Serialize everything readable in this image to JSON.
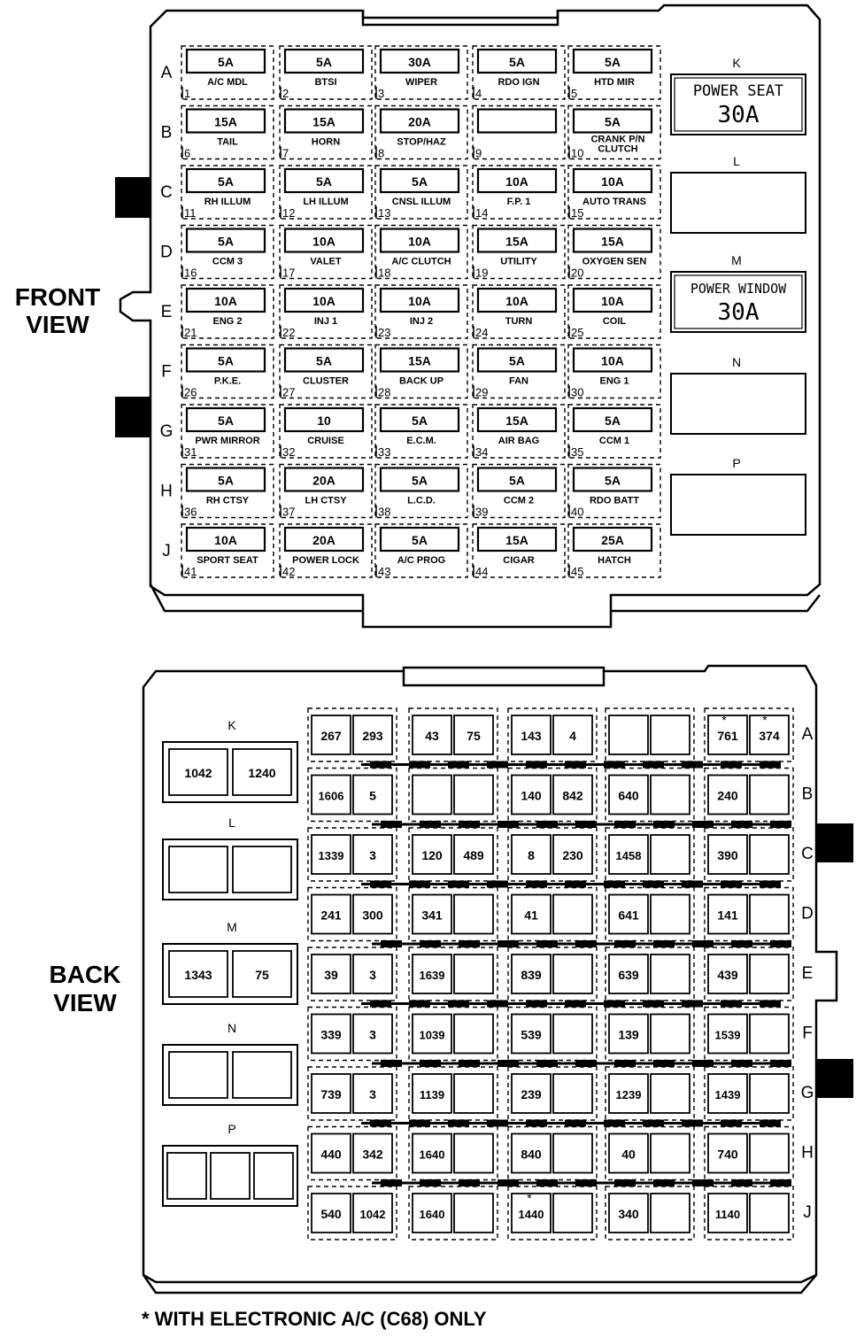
{
  "front": {
    "title": [
      "FRONT",
      "VIEW"
    ],
    "rows": [
      "A",
      "B",
      "C",
      "D",
      "E",
      "F",
      "G",
      "H",
      "J"
    ],
    "fuses": [
      [
        {
          "n": "1",
          "amp": "5A",
          "label": "A/C MDL"
        },
        {
          "n": "2",
          "amp": "5A",
          "label": "BTSI"
        },
        {
          "n": "3",
          "amp": "30A",
          "label": "WIPER"
        },
        {
          "n": "4",
          "amp": "5A",
          "label": "RDO IGN"
        },
        {
          "n": "5",
          "amp": "5A",
          "label": "HTD MIR"
        }
      ],
      [
        {
          "n": "6",
          "amp": "15A",
          "label": "TAIL"
        },
        {
          "n": "7",
          "amp": "15A",
          "label": "HORN"
        },
        {
          "n": "8",
          "amp": "20A",
          "label": "STOP/HAZ"
        },
        {
          "n": "9",
          "amp": "",
          "label": ""
        },
        {
          "n": "10",
          "amp": "5A",
          "label": "CRANK P/N CLUTCH"
        }
      ],
      [
        {
          "n": "11",
          "amp": "5A",
          "label": "RH ILLUM"
        },
        {
          "n": "12",
          "amp": "5A",
          "label": "LH ILLUM"
        },
        {
          "n": "13",
          "amp": "5A",
          "label": "CNSL ILLUM"
        },
        {
          "n": "14",
          "amp": "10A",
          "label": "F.P. 1"
        },
        {
          "n": "15",
          "amp": "10A",
          "label": "AUTO TRANS"
        }
      ],
      [
        {
          "n": "16",
          "amp": "5A",
          "label": "CCM 3"
        },
        {
          "n": "17",
          "amp": "10A",
          "label": "VALET"
        },
        {
          "n": "18",
          "amp": "10A",
          "label": "A/C CLUTCH"
        },
        {
          "n": "19",
          "amp": "15A",
          "label": "UTILITY"
        },
        {
          "n": "20",
          "amp": "15A",
          "label": "OXYGEN SEN"
        }
      ],
      [
        {
          "n": "21",
          "amp": "10A",
          "label": "ENG 2"
        },
        {
          "n": "22",
          "amp": "10A",
          "label": "INJ 1"
        },
        {
          "n": "23",
          "amp": "10A",
          "label": "INJ 2"
        },
        {
          "n": "24",
          "amp": "10A",
          "label": "TURN"
        },
        {
          "n": "25",
          "amp": "10A",
          "label": "COIL"
        }
      ],
      [
        {
          "n": "26",
          "amp": "5A",
          "label": "P.K.E."
        },
        {
          "n": "27",
          "amp": "5A",
          "label": "CLUSTER"
        },
        {
          "n": "28",
          "amp": "15A",
          "label": "BACK UP"
        },
        {
          "n": "29",
          "amp": "5A",
          "label": "FAN"
        },
        {
          "n": "30",
          "amp": "10A",
          "label": "ENG 1"
        }
      ],
      [
        {
          "n": "31",
          "amp": "5A",
          "label": "PWR MIRROR"
        },
        {
          "n": "32",
          "amp": "10",
          "label": "CRUISE"
        },
        {
          "n": "33",
          "amp": "5A",
          "label": "E.C.M."
        },
        {
          "n": "34",
          "amp": "15A",
          "label": "AIR BAG"
        },
        {
          "n": "35",
          "amp": "5A",
          "label": "CCM 1"
        }
      ],
      [
        {
          "n": "36",
          "amp": "5A",
          "label": "RH CTSY"
        },
        {
          "n": "37",
          "amp": "20A",
          "label": "LH CTSY"
        },
        {
          "n": "38",
          "amp": "5A",
          "label": "L.C.D."
        },
        {
          "n": "39",
          "amp": "5A",
          "label": "CCM 2"
        },
        {
          "n": "40",
          "amp": "5A",
          "label": "RDO BATT"
        }
      ],
      [
        {
          "n": "41",
          "amp": "10A",
          "label": "SPORT SEAT"
        },
        {
          "n": "42",
          "amp": "20A",
          "label": "POWER LOCK"
        },
        {
          "n": "43",
          "amp": "5A",
          "label": "A/C PROG"
        },
        {
          "n": "44",
          "amp": "15A",
          "label": "CIGAR"
        },
        {
          "n": "45",
          "amp": "25A",
          "label": "HATCH"
        }
      ]
    ],
    "breakers": [
      {
        "id": "K",
        "line1": "POWER SEAT",
        "line2": "30A"
      },
      {
        "id": "L",
        "line1": "",
        "line2": ""
      },
      {
        "id": "M",
        "line1": "POWER WINDOW",
        "line2": "30A"
      },
      {
        "id": "N",
        "line1": "",
        "line2": ""
      },
      {
        "id": "P",
        "line1": "",
        "line2": ""
      }
    ]
  },
  "back": {
    "title": [
      "BACK",
      "VIEW"
    ],
    "rows": [
      "A",
      "B",
      "C",
      "D",
      "E",
      "F",
      "G",
      "H",
      "J"
    ],
    "circuits": [
      [
        [
          "267",
          "293"
        ],
        [
          "43",
          "75"
        ],
        [
          "143",
          "4"
        ],
        [
          "",
          ""
        ],
        [
          "761",
          "374"
        ]
      ],
      [
        [
          "1606",
          "5"
        ],
        [
          "",
          ""
        ],
        [
          "140",
          "842"
        ],
        [
          "640",
          ""
        ],
        [
          "240",
          ""
        ]
      ],
      [
        [
          "1339",
          "3"
        ],
        [
          "120",
          "489"
        ],
        [
          "8",
          "230"
        ],
        [
          "1458",
          ""
        ],
        [
          "390",
          ""
        ]
      ],
      [
        [
          "241",
          "300"
        ],
        [
          "341",
          ""
        ],
        [
          "41",
          ""
        ],
        [
          "641",
          ""
        ],
        [
          "141",
          ""
        ]
      ],
      [
        [
          "39",
          "3"
        ],
        [
          "1639",
          ""
        ],
        [
          "839",
          ""
        ],
        [
          "639",
          ""
        ],
        [
          "439",
          ""
        ]
      ],
      [
        [
          "339",
          "3"
        ],
        [
          "1039",
          ""
        ],
        [
          "539",
          ""
        ],
        [
          "139",
          ""
        ],
        [
          "1539",
          ""
        ]
      ],
      [
        [
          "739",
          "3"
        ],
        [
          "1139",
          ""
        ],
        [
          "239",
          ""
        ],
        [
          "1239",
          ""
        ],
        [
          "1439",
          ""
        ]
      ],
      [
        [
          "440",
          "342"
        ],
        [
          "1640",
          ""
        ],
        [
          "840",
          ""
        ],
        [
          "40",
          ""
        ],
        [
          "740",
          ""
        ]
      ],
      [
        [
          "540",
          "1042"
        ],
        [
          "1640",
          ""
        ],
        [
          "1440",
          ""
        ],
        [
          "340",
          ""
        ],
        [
          "1140",
          ""
        ]
      ]
    ],
    "breakers": [
      {
        "id": "K",
        "cells": [
          "1042",
          "1240"
        ]
      },
      {
        "id": "L",
        "cells": [
          "",
          ""
        ]
      },
      {
        "id": "M",
        "cells": [
          "1343",
          "75"
        ]
      },
      {
        "id": "N",
        "cells": [
          "",
          ""
        ]
      },
      {
        "id": "P",
        "cells": [
          "",
          "",
          ""
        ]
      }
    ]
  },
  "footnote": "* WITH ELECTRONIC A/C (C68) ONLY"
}
